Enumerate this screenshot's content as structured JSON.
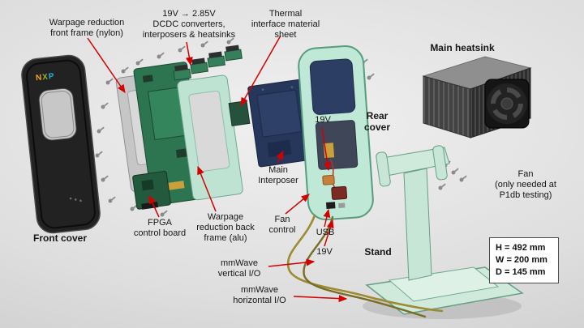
{
  "labels": {
    "warpage_front": "Warpage reduction\nfront frame (nylon)",
    "dcdc": "19V → 2.85V\nDCDC converters,\ninterposers & heatsinks",
    "thermal": "Thermal\ninterface material\nsheet",
    "main_heatsink": "Main heatsink",
    "rear_cover": "Rear\ncover",
    "v19_upper": "19V",
    "main_interposer": "Main\nInterposer",
    "front_cover": "Front cover",
    "fpga": "FPGA\ncontrol board",
    "warpage_back": "Warpage\nreduction back\nframe (alu)",
    "fan_control": "Fan\ncontrol",
    "usb": "USB",
    "v19_lower": "19V",
    "stand": "Stand",
    "fan": "Fan\n(only needed at\nP1db testing)",
    "mmwave_vertical": "mmWave\nvertical I/O",
    "mmwave_horizontal": "mmWave\nhorizontal I/O"
  },
  "logo": {
    "letters": [
      {
        "char": "N",
        "color": "#f8a51f"
      },
      {
        "char": "X",
        "color": "#8cb52a"
      },
      {
        "char": "P",
        "color": "#1db0e0"
      }
    ]
  },
  "dimensions_box": {
    "h": "H = 492 mm",
    "w": "W = 200 mm",
    "d": "D = 145 mm"
  },
  "colors": {
    "arrow_red": "#d40000",
    "rear_cover_mint": "#bfe8d6",
    "stand_mint": "#cfe9da",
    "interposer_navy": "#27375c",
    "pcb_green": "#2d7450",
    "cable_olive": "#9c8b32",
    "front_cover_black": "#222222"
  }
}
